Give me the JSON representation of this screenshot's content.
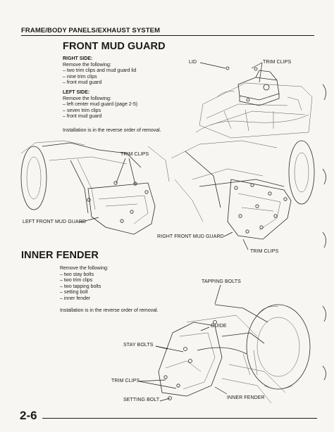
{
  "header": {
    "section_title": "FRAME/BODY PANELS/EXHAUST SYSTEM"
  },
  "front_mud_guard": {
    "title": "FRONT MUD GUARD",
    "right_side_label": "RIGHT SIDE:",
    "right_side_intro": "Remove the following:",
    "right_side_items": [
      "two trim clips and mud guard lid",
      "nine trim clips",
      "front mud guard"
    ],
    "left_side_label": "LEFT SIDE:",
    "left_side_intro": "Remove the following:",
    "left_side_items": [
      "left center mud guard (page 2-5)",
      "seven trim clips",
      "front mud guard"
    ],
    "installation_note": "Installation is in the reverse order of removal.",
    "callouts": {
      "lid": "LID",
      "trim_clips_top": "TRIM CLIPS",
      "trim_clips_left": "TRIM CLIPS",
      "left_front_mud_guard": "LEFT FRONT MUD GUARD",
      "right_front_mud_guard": "RIGHT FRONT MUD GUARD",
      "trim_clips_right": "TRIM CLIPS"
    }
  },
  "inner_fender": {
    "title": "INNER FENDER",
    "intro": "Remove the following:",
    "items": [
      "two stay bolts",
      "two trim clips",
      "two tapping bolts",
      "setting bolt",
      "inner fender"
    ],
    "installation_note": "Installation is in the reverse order of removal.",
    "callouts": {
      "tapping_bolts": "TAPPING BOLTS",
      "guide": "GUIDE",
      "stay_bolts": "STAY BOLTS",
      "trim_clips": "TRIM CLIPS",
      "setting_bolt": "SETTING BOLT",
      "inner_fender": "INNER FENDER"
    }
  },
  "footer": {
    "page_number": "2-6"
  }
}
